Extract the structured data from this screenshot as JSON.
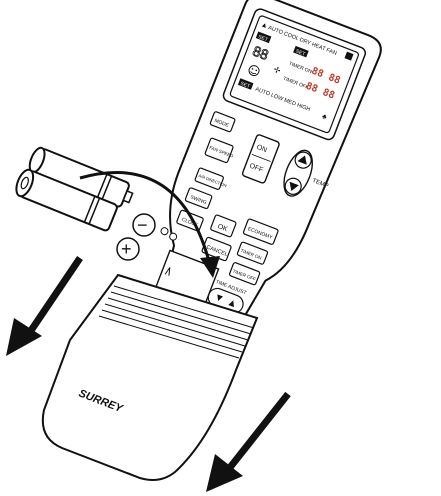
{
  "colors": {
    "outline": "#111111",
    "lcd_digits": "#c0392b",
    "background": "#ffffff"
  },
  "lcd": {
    "mode_row": "AUTO COOL DRY HEAT FAN",
    "fan_row": "AUTO LOW MED HIGH",
    "timer_on": "TIMER ON",
    "timer_off": "TIMER OFF",
    "set_badge": "SET",
    "digits_a": "88",
    "digits_b": "88",
    "digits_c": "88",
    "digits_d": "88"
  },
  "buttons": {
    "mode": "MODE",
    "fan_speed": "FAN SPEED",
    "on": "ON",
    "off": "OFF",
    "temp": "TEMP",
    "air_direction": "AIR DIRECTION",
    "swing": "SWING",
    "clock": "CLOCK",
    "ok": "OK",
    "economy": "ECONOMY",
    "timer_on": "TIMER ON",
    "cancel": "CANCEL",
    "timer_off": "TIMER OFF",
    "time_adjust": "TIME ADJUST"
  },
  "battery_polarity": {
    "minus": "−",
    "plus": "+"
  },
  "brand": "SURREY",
  "icons": [
    "battery-icon",
    "insert-arrow-icon",
    "pull-arrow-icon",
    "slide-arrow-icon",
    "triangle-up-icon",
    "triangle-down-icon"
  ]
}
